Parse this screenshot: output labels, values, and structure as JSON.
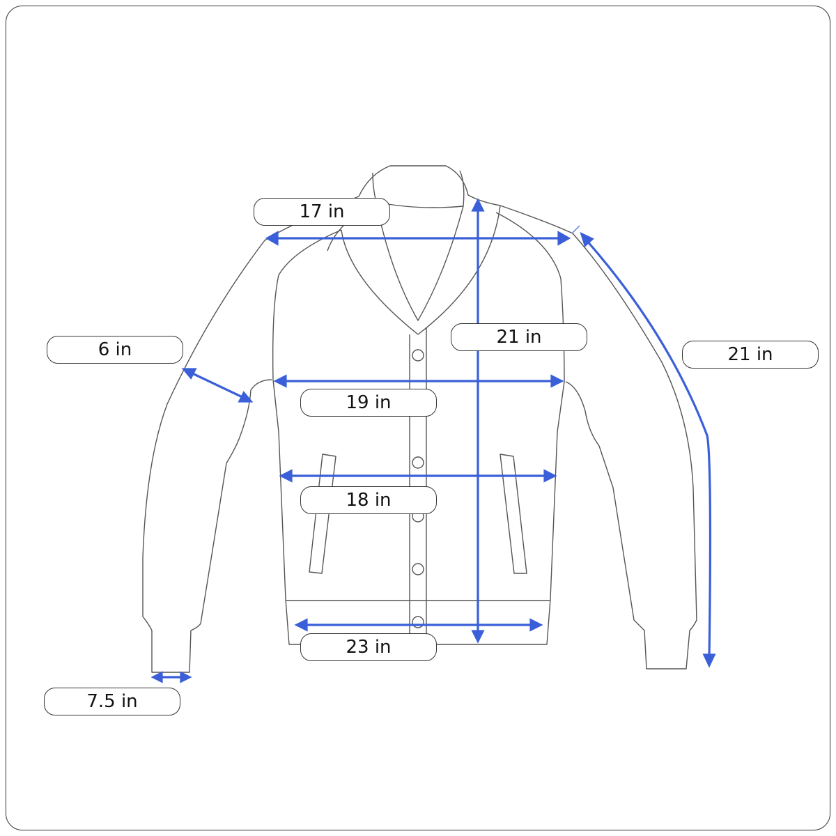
{
  "colors": {
    "arrow": "#3a5fd9",
    "outline": "#555555"
  },
  "measurements": {
    "shoulder": "17 in",
    "sleeve_width": "6 in",
    "body_length": "21 in",
    "sleeve_length": "21 in",
    "chest": "19 in",
    "waist": "18 in",
    "hem": "23 in",
    "cuff": "7.5 in"
  }
}
